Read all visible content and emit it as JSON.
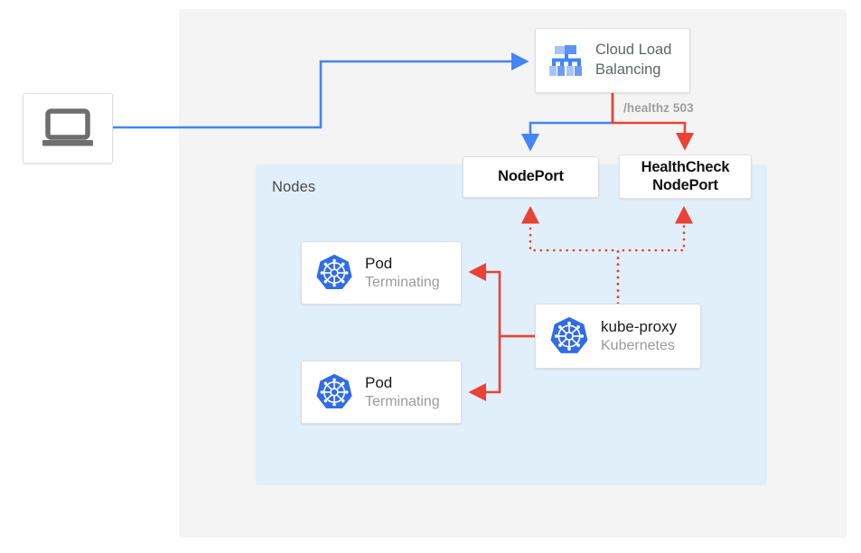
{
  "diagram": {
    "title_region_label": "Nodes",
    "connector_label": "/healthz 503",
    "colors": {
      "panel_background": "#f4f4f4",
      "nodes_region": "#e1effb",
      "request_flow": "#4285f4",
      "health_flow": "#ea4335",
      "kubernetes_blue": "#326ce5",
      "card_background": "#ffffff",
      "muted_text": "#9e9e9e"
    }
  },
  "client": {
    "icon": "laptop-icon"
  },
  "load_balancer": {
    "icon": "cloud-load-balancing-icon",
    "label_line1": "Cloud Load",
    "label_line2": "Balancing"
  },
  "ports": [
    {
      "name": "nodeport",
      "label_line1": "NodePort",
      "label_line2": ""
    },
    {
      "name": "healthcheck-nodeport",
      "label_line1": "HealthCheck",
      "label_line2": "NodePort"
    }
  ],
  "pods": [
    {
      "icon": "kubernetes-icon",
      "title": "Pod",
      "subtitle": "Terminating"
    },
    {
      "icon": "kubernetes-icon",
      "title": "Pod",
      "subtitle": "Terminating"
    }
  ],
  "kube_proxy": {
    "icon": "kubernetes-icon",
    "title": "kube-proxy",
    "subtitle": "Kubernetes"
  }
}
